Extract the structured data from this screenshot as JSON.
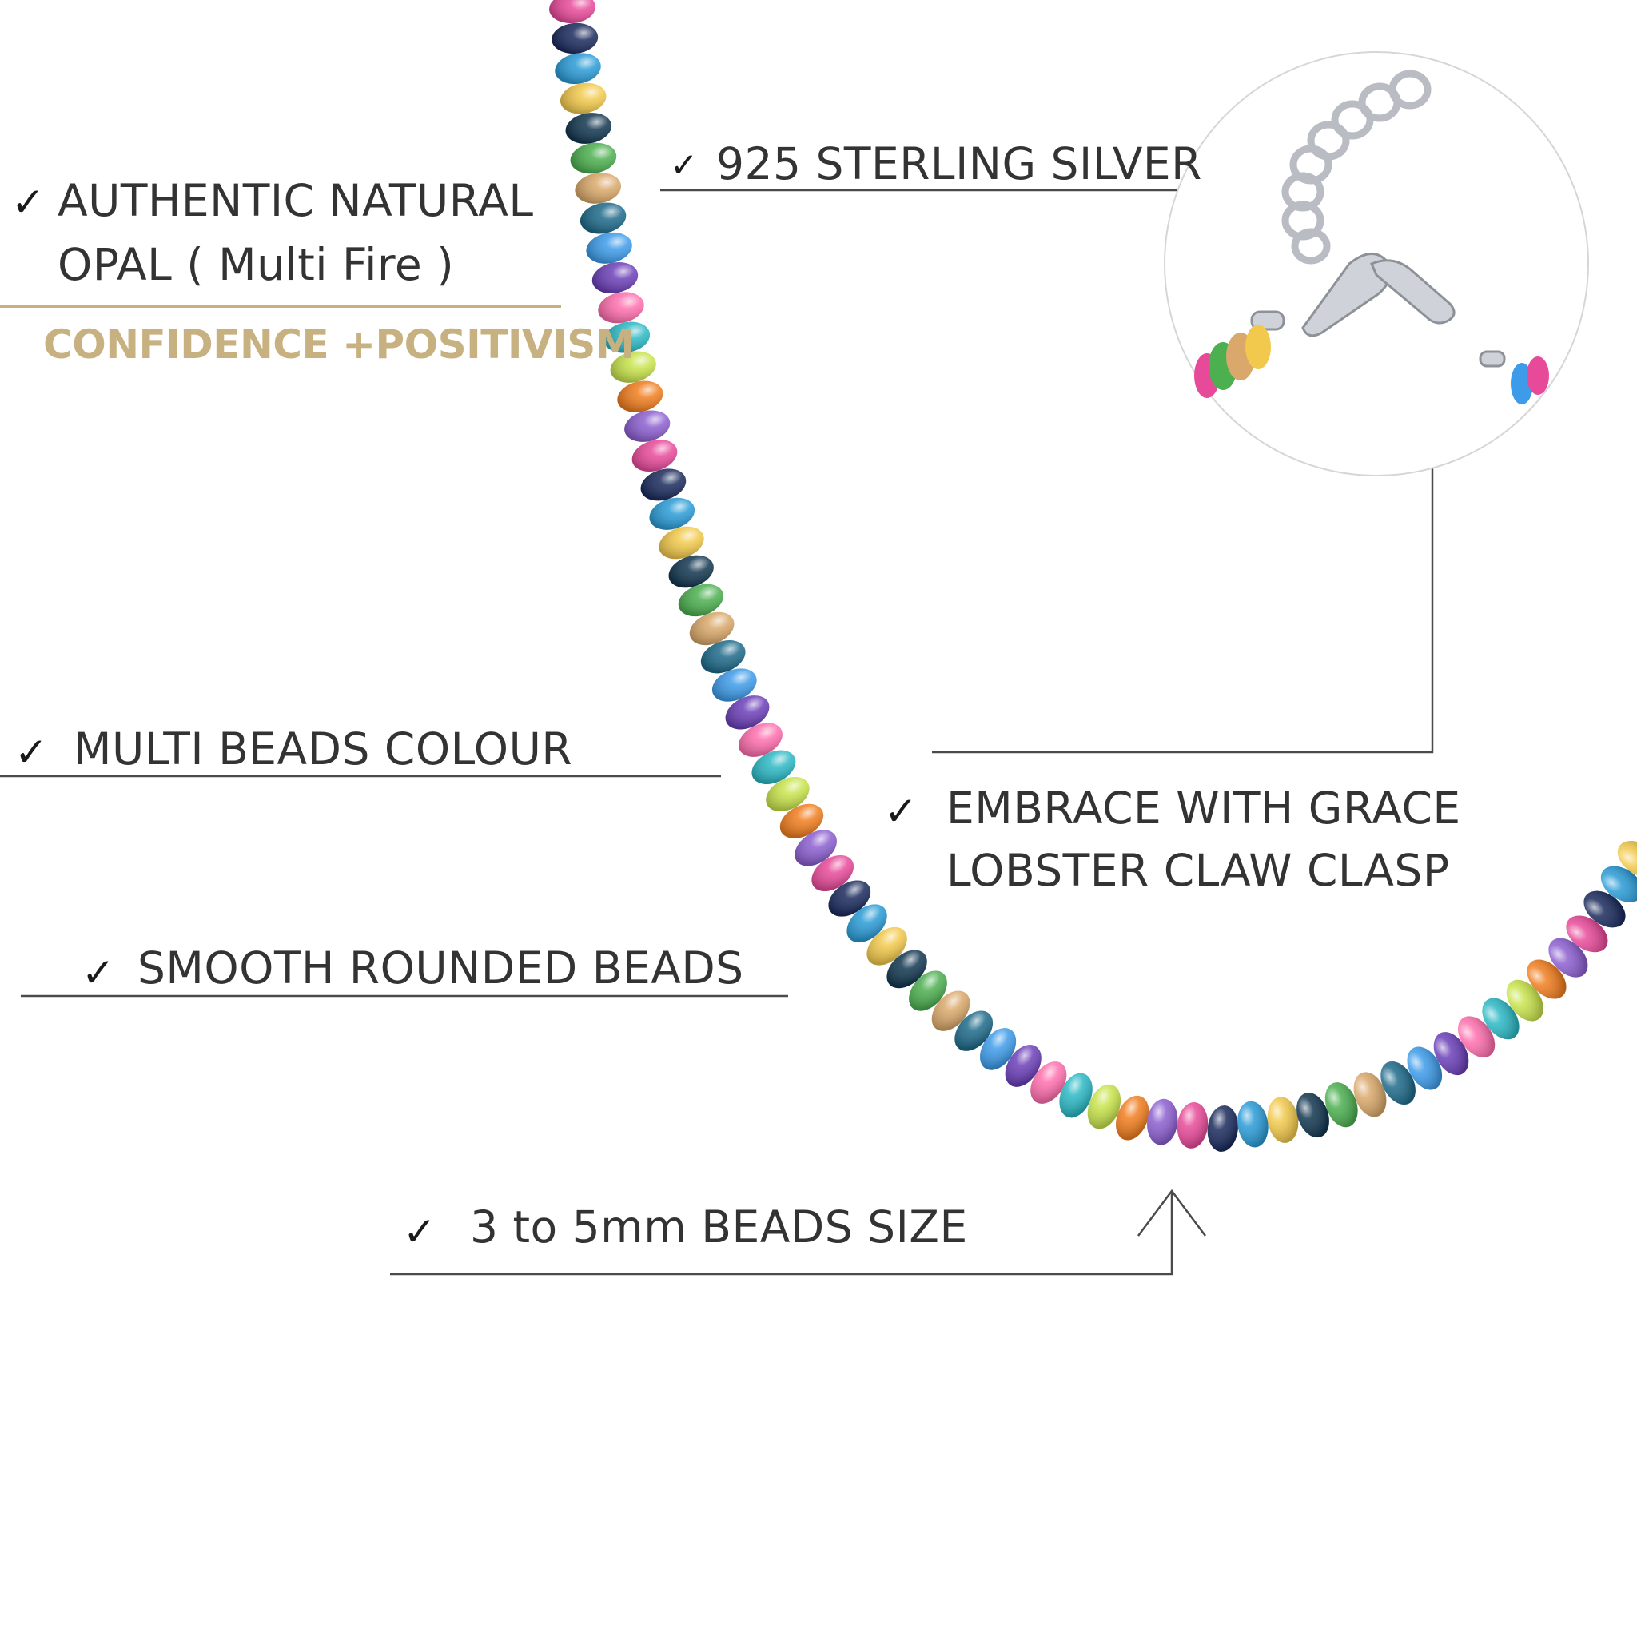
{
  "colors": {
    "text": "#333333",
    "rule_line": "#4a4a4a",
    "gold_accent": "#c7b181"
  },
  "check_glyph": "✓",
  "features": {
    "opal_line1": "AUTHENTIC NATURAL",
    "opal_line2": "OPAL ( Multi Fire )",
    "tagline": "CONFIDENCE +POSITIVISM",
    "silver": "925 STERLING SILVER",
    "colour": "MULTI BEADS COLOUR",
    "smooth": "SMOOTH ROUNDED BEADS",
    "clasp_line1": "EMBRACE WITH GRACE",
    "clasp_line2": "LOBSTER CLAW CLASP",
    "size": "3 to 5mm BEADS SIZE"
  },
  "images": {
    "necklace": "opal-bead-necklace-photo",
    "clasp_detail": "silver-lobster-clasp-closeup",
    "pointer": "up-arrow-icon"
  },
  "bead_palette": [
    "#e84a9a",
    "#2a9bd6",
    "#f07d1e",
    "#6b3fb8",
    "#2bb8c4",
    "#1e6a8a",
    "#f2c94c",
    "#4caf50",
    "#1a2a5c",
    "#c7e34b",
    "#8c5fd0",
    "#ff6fae",
    "#d9a86a",
    "#3d9be9",
    "#12364f"
  ]
}
